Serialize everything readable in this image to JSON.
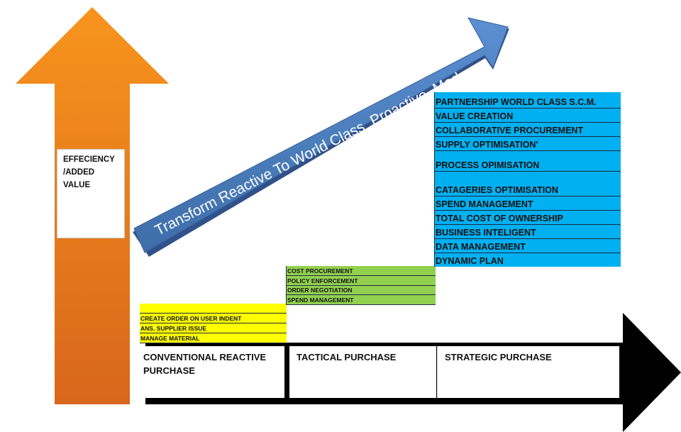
{
  "value_axis": {
    "label_lines": [
      "EFFECIENCY",
      "/ADDED",
      "VALUE"
    ]
  },
  "transform_arrow": {
    "text": "Transform Reactive To World Class  Proactive  Mode"
  },
  "stages": [
    {
      "label_lines": [
        "CONVENTIONAL REACTIVE",
        "PURCHASE"
      ]
    },
    {
      "label_lines": [
        "TACTICAL PURCHASE"
      ]
    },
    {
      "label_lines": [
        "STRATEGIC PURCHASE"
      ]
    }
  ],
  "steps": {
    "conventional": [
      "",
      "CREATE ORDER ON USER INDENT",
      "ANS. SUPPLIER ISSUE",
      "MANAGE MATERIAL"
    ],
    "tactical": [
      "COST PROCUREMENT",
      "POLICY ENFORCEMENT",
      "ORDER NEGOTIATION",
      "SPEND MANAGEMENT"
    ],
    "strategic": [
      "PARTNERSHIP WORLD CLASS S.C.M.",
      "VALUE CREATION",
      "COLLABORATIVE PROCUREMENT",
      "SUPPLY OPTIMISATION'",
      "PROCESS OPIMISATION",
      "CATAGERIES OPTIMISATION",
      "SPEND MANAGEMENT",
      "TOTAL COST OF OWNERSHIP",
      "BUSINESS INTELIGENT",
      "DATA MANAGEMENT",
      "DYNAMIC PLAN"
    ]
  },
  "colors": {
    "orange_top": "#f7941d",
    "orange_bottom": "#d8661c",
    "blue_arrow": "#4f81bd",
    "yellow": "#ffff00",
    "green": "#92d050",
    "cyan": "#00b0f0",
    "black": "#000000"
  }
}
